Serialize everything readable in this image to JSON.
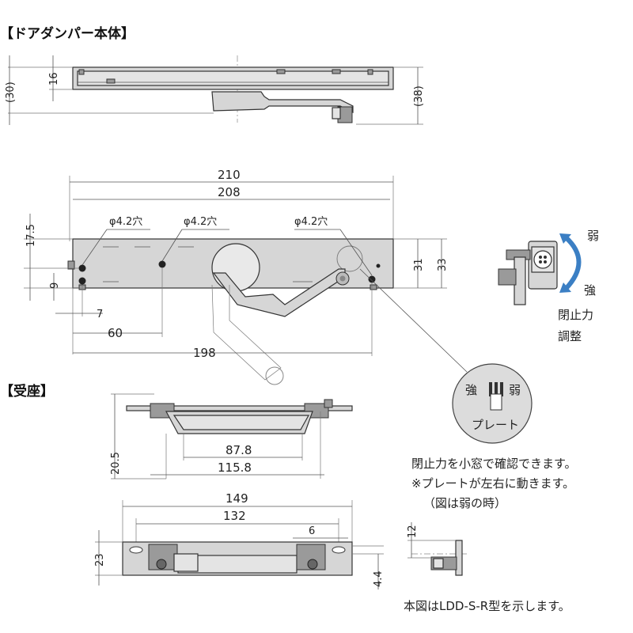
{
  "sections": {
    "door_damper_body": "【ドアダンパー本体】",
    "receiver": "【受座】"
  },
  "dimensions": {
    "side_30": "(30)",
    "side_16": "16",
    "side_38": "(38)",
    "top_210": "210",
    "top_208": "208",
    "left_17_5": "17.5",
    "left_9": "9",
    "right_31": "31",
    "right_33": "33",
    "bottom_7": "7",
    "bottom_60": "60",
    "bottom_198": "198",
    "hole1": "φ4.2穴",
    "hole2": "φ4.2穴",
    "hole3": "φ4.2穴",
    "rec_20_5": "20.5",
    "rec_87_8": "87.8",
    "rec_115_8": "115.8",
    "plan_149": "149",
    "plan_132": "132",
    "plan_6": "6",
    "plan_23": "23",
    "plan_12": "12",
    "plan_4_4": "4.4"
  },
  "adjust": {
    "weak": "弱",
    "strong": "強",
    "label_line1": "閉止力",
    "label_line2": "調整"
  },
  "window": {
    "strong": "強",
    "weak": "弱",
    "plate": "プレート"
  },
  "notes": {
    "line1": "閉止力を小窓で確認できます。",
    "line2": "※プレートが左右に動きます。",
    "line3": "（図は弱の時）",
    "model": "本図はLDD-S-R型を示します。"
  }
}
